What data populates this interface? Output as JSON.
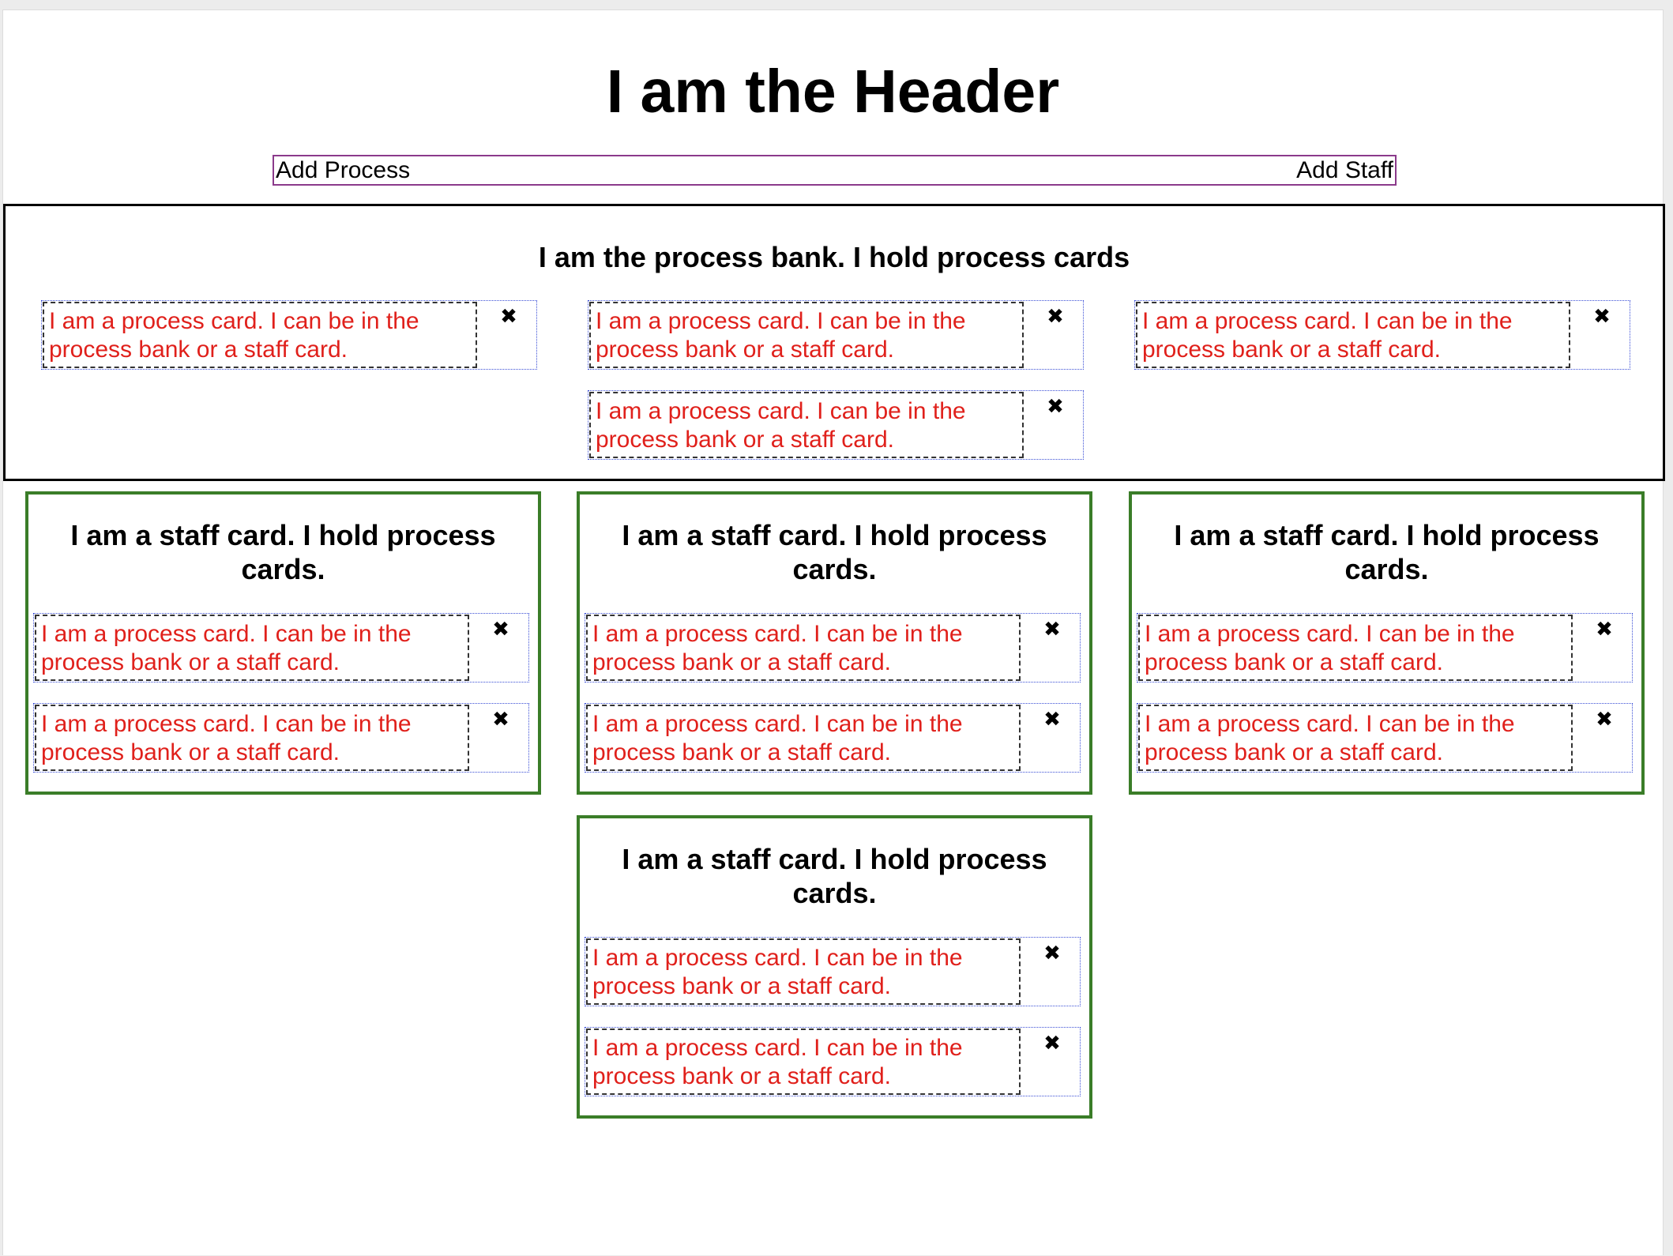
{
  "header": {
    "title": "I am the Header"
  },
  "toolbar": {
    "add_process_label": "Add Process",
    "add_staff_label": "Add Staff"
  },
  "process_bank": {
    "title": "I am the process bank. I hold process cards"
  },
  "process_card": {
    "text": "I am a process card. I can be in the process bank or a staff card.",
    "close_glyph": "✖"
  },
  "staff_card": {
    "title": "I am a staff card. I hold process cards."
  },
  "colors": {
    "process_text": "#e0201b",
    "staff_border": "#3a7d28",
    "toolbar_border": "#8b3a8b",
    "card_border": "#3b4fd6"
  }
}
